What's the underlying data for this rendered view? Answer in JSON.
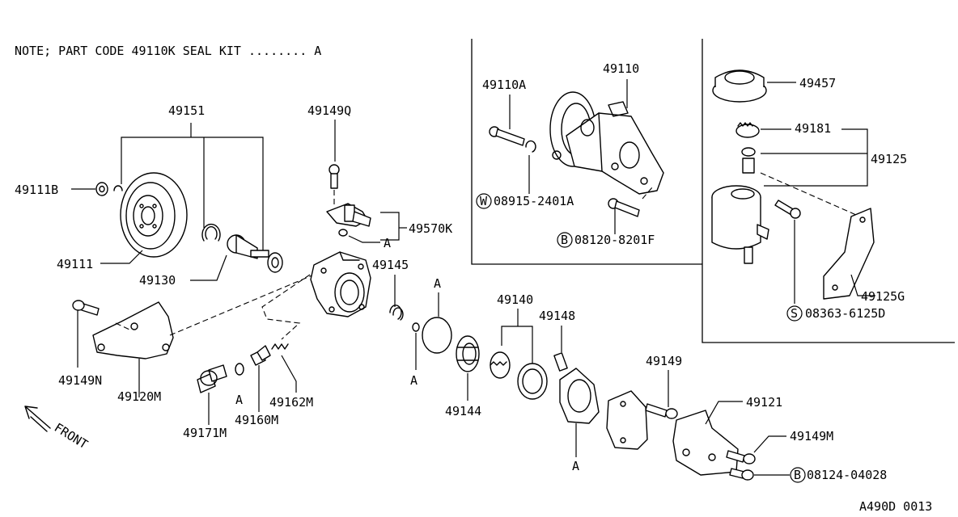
{
  "note": "NOTE; PART CODE 49110K  SEAL KIT ........ A",
  "drawing_code": "A490D 0013",
  "front_label": "FRONT",
  "labels": {
    "p49151": "49151",
    "p49111B": "49111B",
    "p49111": "49111",
    "p49130": "49130",
    "p49149Q": "49149Q",
    "p49570K": "49570K",
    "p49145": "49145",
    "p49149N": "49149N",
    "p49120M": "49120M",
    "p49171M": "49171M",
    "p49160M": "49160M",
    "p49162M": "49162M",
    "p49144": "49144",
    "p49140": "49140",
    "p49148": "49148",
    "p49149": "49149",
    "p49121": "49121",
    "p49149M": "49149M",
    "p08124": "08124-04028",
    "p49110A": "49110A",
    "p49110": "49110",
    "p08915": "08915-2401A",
    "p08120": "08120-8201F",
    "p49457": "49457",
    "p49181": "49181",
    "p49125": "49125",
    "p49125G": "49125G",
    "p08363": "08363-6125D"
  },
  "prefixes": {
    "W": "W",
    "B": "B",
    "S": "S"
  },
  "seal_marks": [
    "A",
    "A",
    "A",
    "A",
    "A"
  ],
  "icons": [
    "front-arrow-icon"
  ]
}
